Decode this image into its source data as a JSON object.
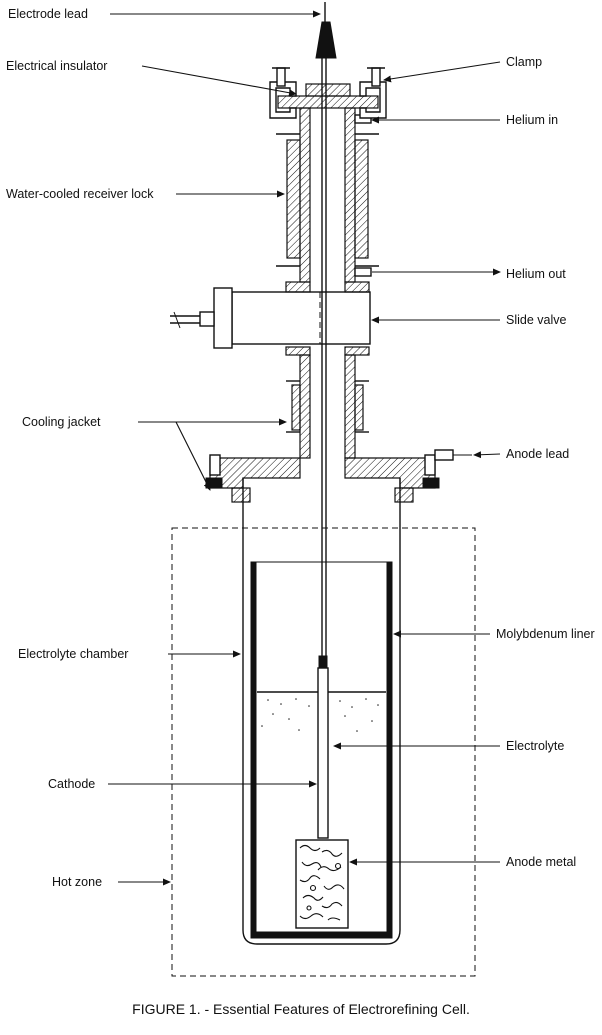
{
  "labels": {
    "electrode_lead": "Electrode lead",
    "electrical_insulator": "Electrical insulator",
    "clamp": "Clamp",
    "helium_in": "Helium in",
    "water_cooled_receiver_lock": "Water-cooled receiver lock",
    "helium_out": "Helium out",
    "slide_valve": "Slide valve",
    "cooling_jacket": "Cooling jacket",
    "anode_lead": "Anode lead",
    "electrolyte_chamber": "Electrolyte chamber",
    "molybdenum_liner": "Molybdenum liner",
    "electrolyte": "Electrolyte",
    "cathode": "Cathode",
    "anode_metal": "Anode metal",
    "hot_zone": "Hot zone"
  },
  "caption": "FIGURE 1. - Essential Features of Electrorefining Cell."
}
